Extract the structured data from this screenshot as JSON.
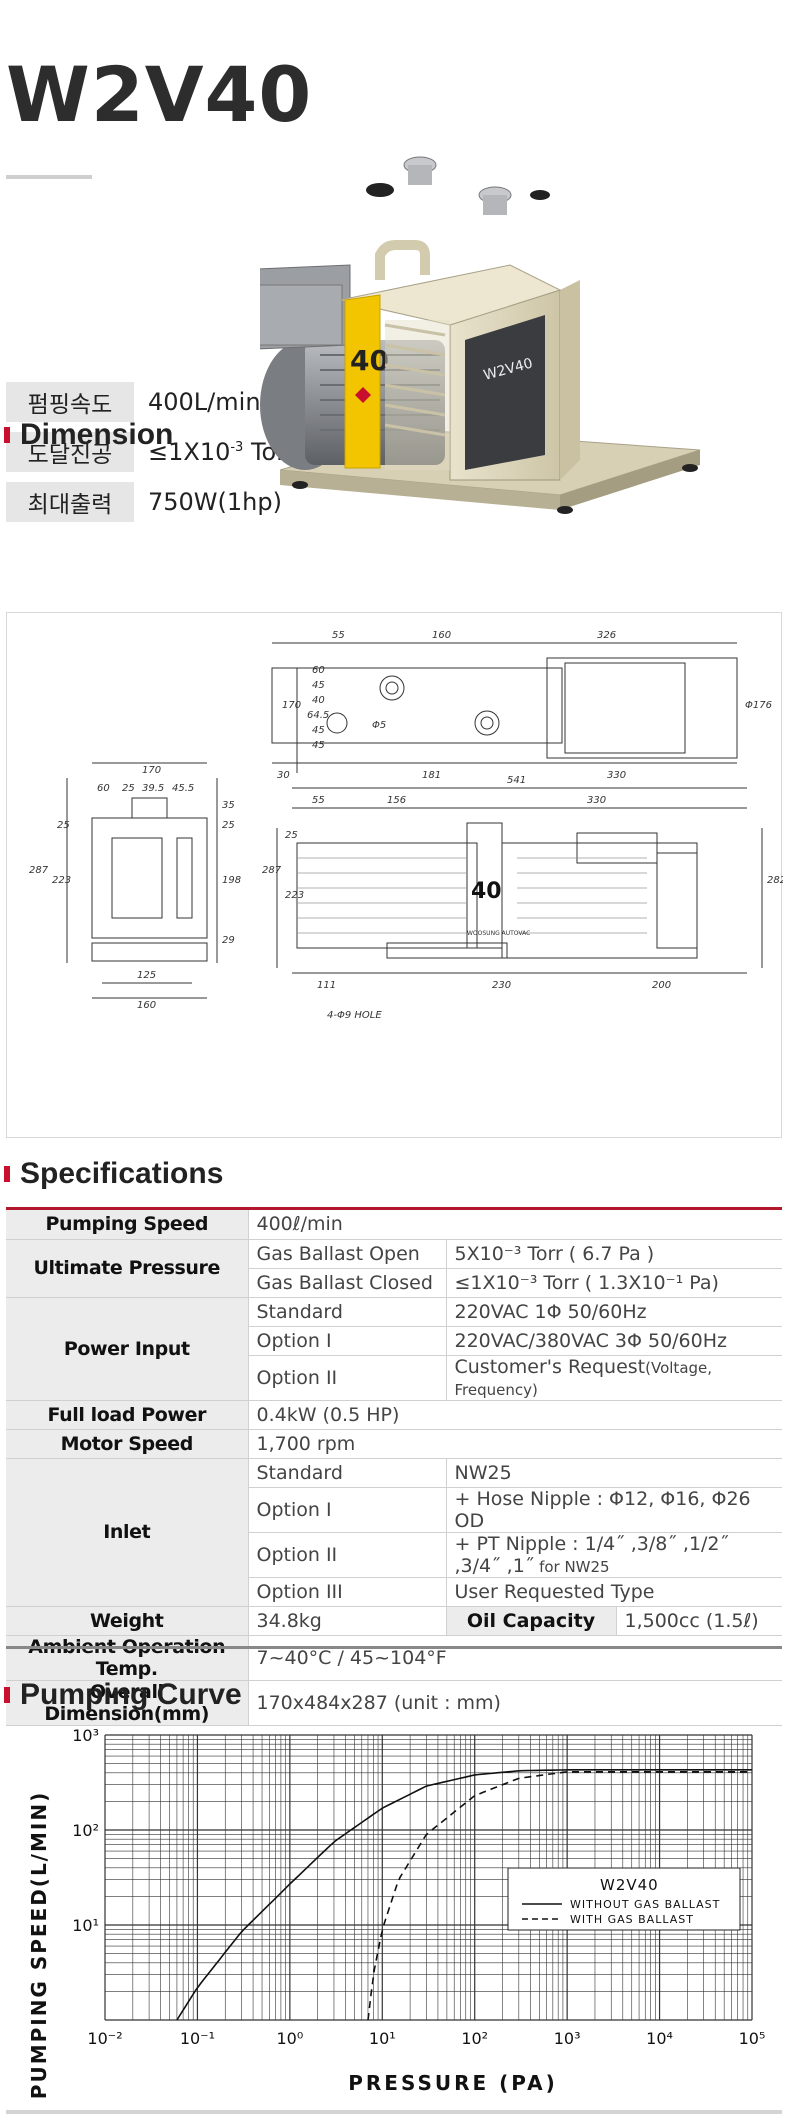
{
  "model": "W2V40",
  "pump_label": "40",
  "brand_label": "W2V40",
  "summary": [
    {
      "key": "펌핑속도",
      "value": "400L/min"
    },
    {
      "key": "도달진공",
      "value_prefix": "≤1X10",
      "value_sup": "-3",
      "value_suffix": " Torr"
    },
    {
      "key": "최대출력",
      "value": "750W(1hp)"
    }
  ],
  "sections": {
    "dimension": "Dimension",
    "specifications": "Specifications",
    "curve": "Pumping Curve"
  },
  "dimensions": {
    "top_view": [
      "55",
      "160",
      "326",
      "60",
      "45",
      "40",
      "64.5",
      "170",
      "45",
      "45",
      "Φ176",
      "30",
      "181",
      "330",
      "Φ5"
    ],
    "end_view": [
      "170",
      "60",
      "25",
      "39.5",
      "45.5",
      "35",
      "25",
      "25",
      "287",
      "223",
      "198",
      "29",
      "125",
      "160"
    ],
    "side_view": [
      "541",
      "55",
      "156",
      "330",
      "25",
      "287",
      "223",
      "282",
      "40",
      "111",
      "230",
      "200",
      "4-Φ9 HOLE"
    ],
    "plate_text": "WOOSUNG AUTOVAC"
  },
  "specs": {
    "pumping_speed": {
      "label": "Pumping Speed",
      "value": "400ℓ/min"
    },
    "ultimate_pressure": {
      "label": "Ultimate Pressure",
      "rows": [
        {
          "name": "Gas Ballast Open",
          "value": "5X10⁻³ Torr ( 6.7 Pa )"
        },
        {
          "name": "Gas Ballast Closed",
          "value": "≤1X10⁻³ Torr ( 1.3X10⁻¹ Pa)"
        }
      ]
    },
    "power_input": {
      "label": "Power Input",
      "rows": [
        {
          "name": "Standard",
          "value": "220VAC 1Φ 50/60Hz"
        },
        {
          "name": "Option I",
          "value": "220VAC/380VAC 3Φ 50/60Hz"
        },
        {
          "name": "Option II",
          "value": "Customer's Request",
          "note": "(Voltage, Frequency)"
        }
      ]
    },
    "full_load_power": {
      "label": "Full load Power",
      "value": "0.4kW (0.5 HP)"
    },
    "motor_speed": {
      "label": "Motor Speed",
      "value": "1,700 rpm"
    },
    "inlet": {
      "label": "Inlet",
      "rows": [
        {
          "name": "Standard",
          "value": "NW25"
        },
        {
          "name": "Option I",
          "value": "+ Hose Nipple : Φ12, Φ16, Φ26 OD"
        },
        {
          "name": "Option II",
          "value": "+ PT Nipple : 1/4˝ ,3/8˝ ,1/2˝ ,3/4˝ ,1˝",
          "note": " for NW25"
        },
        {
          "name": "Option III",
          "value": "User Requested Type"
        }
      ]
    },
    "weight": {
      "label": "Weight",
      "value": "34.8kg"
    },
    "oil_capacity": {
      "label": "Oil Capacity",
      "value": "1,500cc (1.5ℓ)"
    },
    "ambient": {
      "label": "Ambient Operation Temp.",
      "value": "7~40°C / 45~104°F"
    },
    "overall": {
      "label": "Overall Dimension(mm)",
      "value": "170x484x287 (unit : mm)"
    }
  },
  "chart_data": {
    "type": "line",
    "title": "",
    "xlabel": "PRESSURE (PA)",
    "ylabel": "PUMPING SPEED(L/MIN)",
    "x_scale": "log",
    "y_scale": "log",
    "xlim": [
      0.01,
      100000
    ],
    "ylim": [
      1,
      1000
    ],
    "x_ticks": [
      "10⁻²",
      "10⁻¹",
      "10⁰",
      "10¹",
      "10²",
      "10³",
      "10⁴",
      "10⁵"
    ],
    "y_ticks": [
      "10¹",
      "10²",
      "10³"
    ],
    "grid": true,
    "legend_title": "W2V40",
    "legend_position": "inside-right",
    "series": [
      {
        "name": "WITHOUT GAS BALLAST",
        "style": "solid",
        "x": [
          0.06,
          0.1,
          0.3,
          1,
          3,
          10,
          30,
          100,
          300,
          1000,
          100000
        ],
        "y": [
          1,
          2.2,
          8.5,
          27,
          75,
          170,
          290,
          380,
          420,
          430,
          430
        ]
      },
      {
        "name": "WITH GAS BALLAST",
        "style": "dashed",
        "x": [
          7,
          8,
          10,
          15,
          30,
          100,
          300,
          1000,
          100000
        ],
        "y": [
          1,
          3,
          9,
          30,
          90,
          230,
          350,
          410,
          410
        ]
      }
    ]
  }
}
